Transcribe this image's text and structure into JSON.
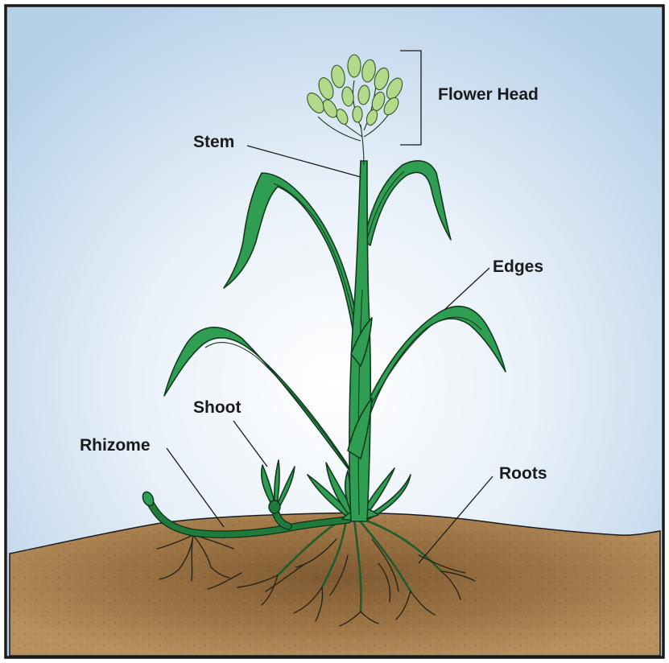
{
  "labels": {
    "flower_head": "Flower Head",
    "stem": "Stem",
    "edges": "Edges",
    "shoot": "Shoot",
    "rhizome": "Rhizome",
    "roots": "Roots"
  },
  "colors": {
    "sky_top": "#b4cfe8",
    "sky_center": "#ffffff",
    "leaf_green": "#2f9e52",
    "leaf_outline": "#123a1e",
    "spikelet_green": "#b3d98c",
    "soil": "#b58c5a",
    "soil_dark": "#8a6438",
    "frame": "#1a1a1a"
  }
}
